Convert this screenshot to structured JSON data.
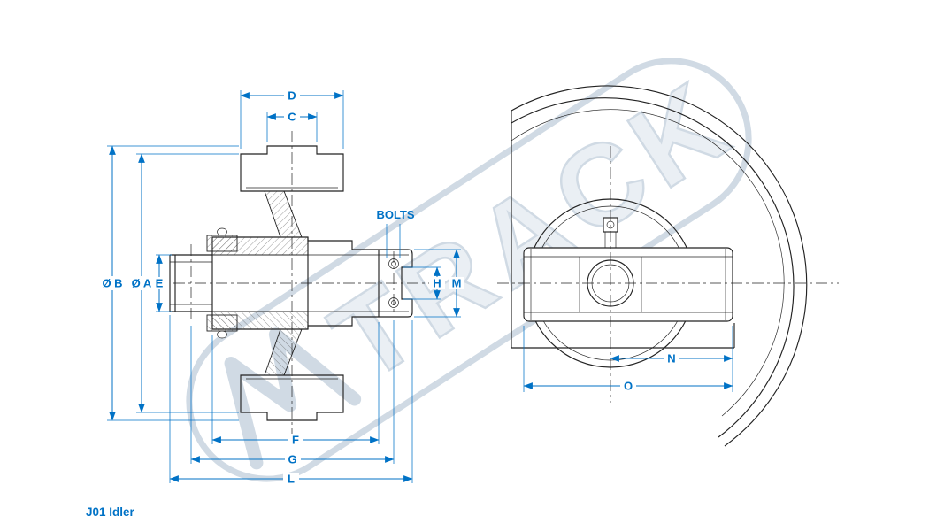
{
  "colors": {
    "dimension": "#0072c6",
    "line": "#222222",
    "watermark_stroke": "#a2b7ca",
    "watermark_fill": "#d6e0ea",
    "background": "#ffffff"
  },
  "section_view": {
    "dims": {
      "d": "D",
      "c": "C",
      "dia_b": "Ø B",
      "dia_a": "Ø A",
      "e": "E",
      "bolts": "BOLTS",
      "h": "H",
      "m": "M",
      "f": "F",
      "g": "G",
      "l": "L"
    }
  },
  "front_view": {
    "dims": {
      "n": "N",
      "o": "O"
    }
  },
  "watermark_text": "TRACK",
  "caption": "J01 Idler"
}
